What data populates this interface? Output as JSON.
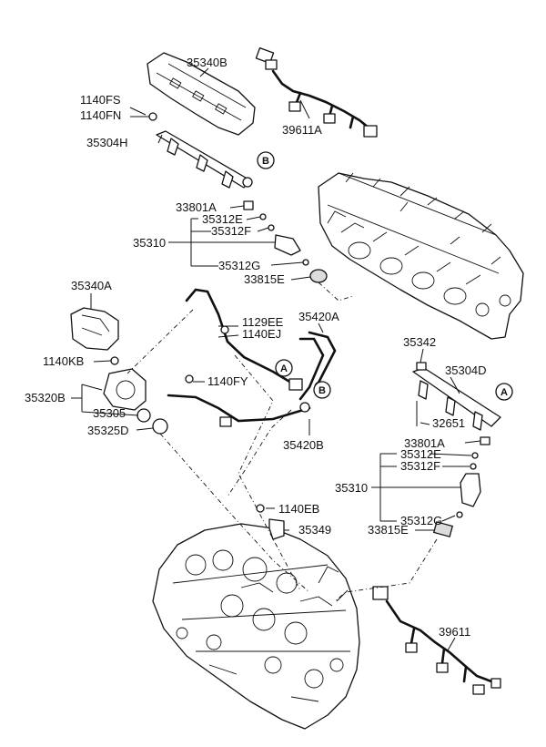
{
  "labels": {
    "cover_top": "35340B",
    "harness_top": "39611A",
    "bolt_fs": "1140FS",
    "bolt_fn": "1140FN",
    "rail_left": "35304H",
    "callout_b_top": "B",
    "seal_left": "33801A",
    "oring_e_left": "35312E",
    "oring_f_left": "35312F",
    "injector_left": "35310",
    "oring_g_left": "35312G",
    "insulator_left": "33815E",
    "cover_throttle": "35340A",
    "clip_ee": "1129EE",
    "clip_ej": "1140EJ",
    "fuel_pipe": "35420A",
    "bolt_kb": "1140KB",
    "bolt_fy": "1140FY",
    "callout_a_pipe": "A",
    "throttle_body": "35320B",
    "gasket_throttle": "35305",
    "gasket_d": "35325D",
    "callout_b_pipe": "B",
    "pipe_b": "35420B",
    "sensor_right": "35342",
    "rail_right": "35304D",
    "callout_a_right": "A",
    "hose_right": "32651",
    "seal_right": "33801A",
    "oring_e_right": "35312E",
    "oring_f_right": "35312F",
    "injector_right": "35310",
    "oring_g_right": "35312G",
    "insulator_right": "33815E",
    "bolt_eb": "1140EB",
    "bracket": "35349",
    "harness_bottom": "39611"
  }
}
